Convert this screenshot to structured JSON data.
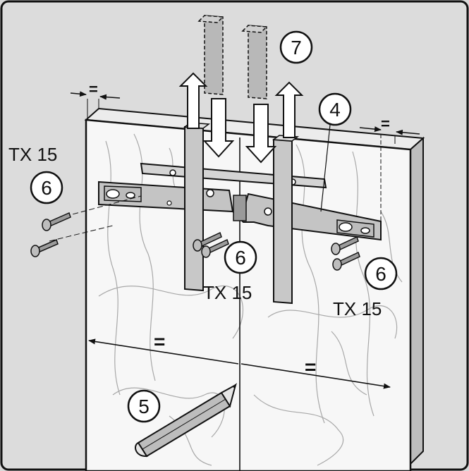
{
  "diagram": {
    "callouts": {
      "bracket": "4",
      "pencil": "5",
      "screws_left": "6",
      "screws_center": "6",
      "screws_right": "6",
      "spacers": "7"
    },
    "torx_labels": {
      "left": "TX 15",
      "center": "TX 15",
      "right": "TX 15"
    },
    "equal_marks": {
      "top_left": "=",
      "top_right": "=",
      "bottom_left": "=",
      "bottom_right": "="
    }
  }
}
